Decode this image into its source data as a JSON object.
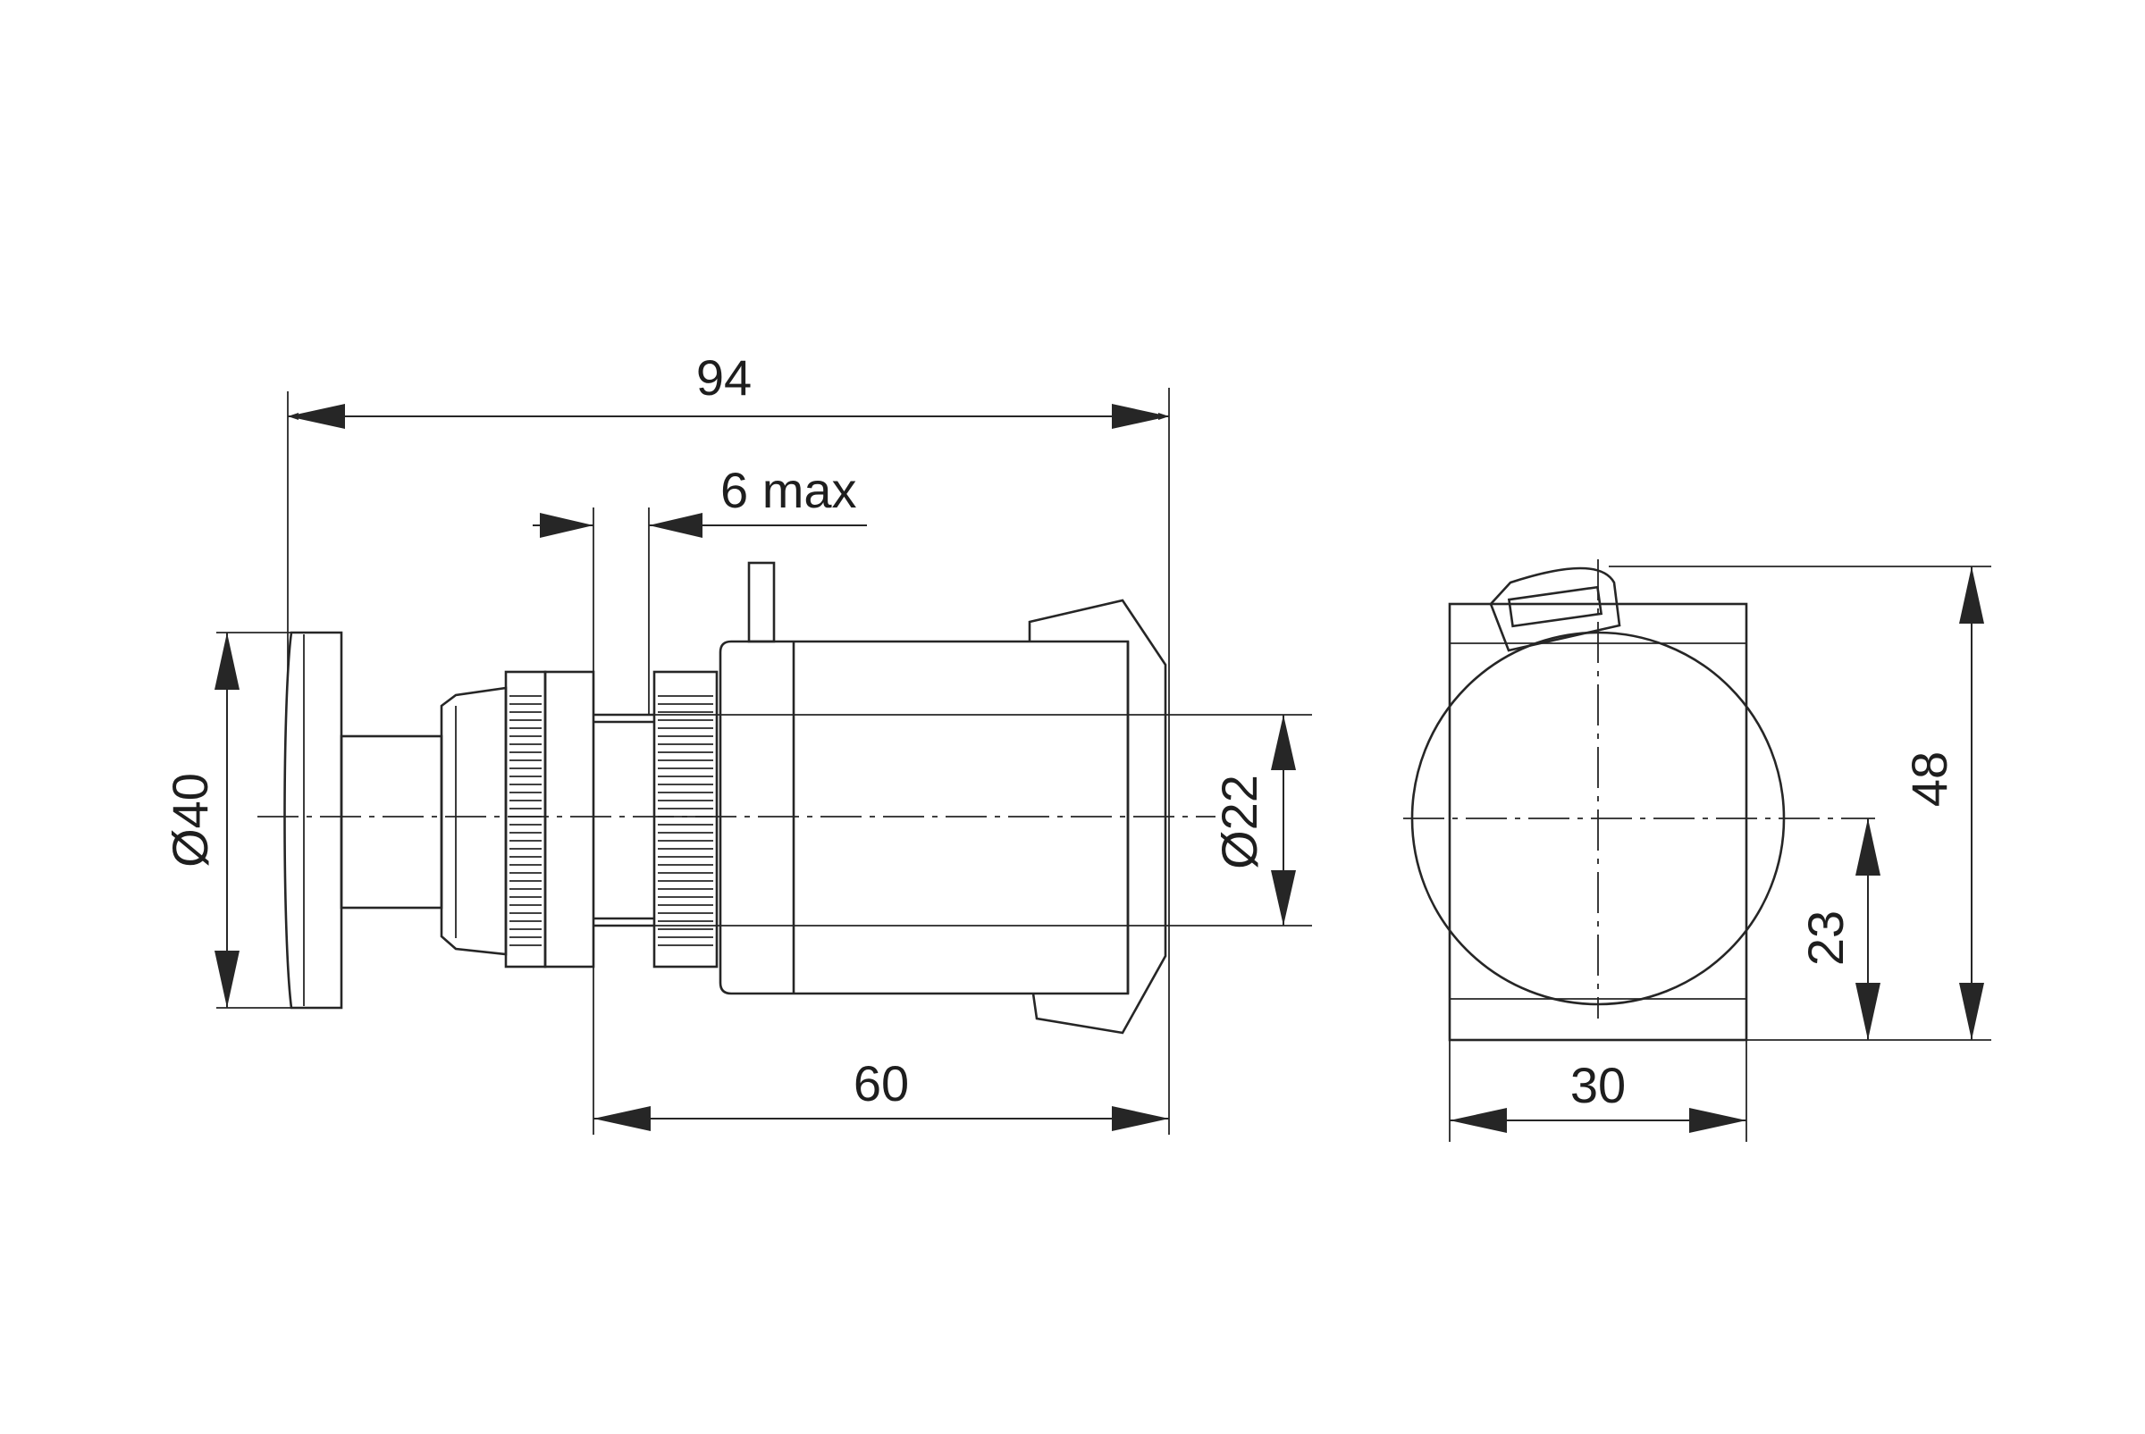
{
  "dimensions": {
    "overall_length": "94",
    "panel_thickness": "6 max",
    "head_diameter": "Ø40",
    "body_diameter": "Ø22",
    "body_length": "60",
    "side_width": "30",
    "side_height": "48",
    "center_height": "23"
  },
  "colors": {
    "line": "#262626",
    "text": "#1e1e1e",
    "background": "#ffffff"
  }
}
